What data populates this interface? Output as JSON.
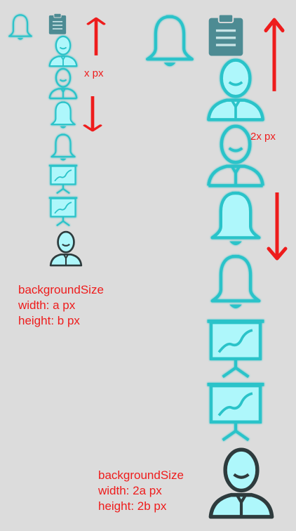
{
  "colors": {
    "background": "#dcdcdc",
    "icon_stroke": "#2cc3c9",
    "icon_fill_light": "#aef7fb",
    "clipboard": "#4d8b93",
    "person_dark": "#2e3b3d",
    "annotation": "#ee1c1c"
  },
  "diagram": {
    "left": {
      "sprite_sequence": [
        "bell-icon",
        "clipboard-icon",
        "person-icon",
        "person-icon",
        "bell-icon",
        "bell-icon",
        "presentation-icon",
        "presentation-icon",
        "person-icon"
      ],
      "offset_label": "x px",
      "size_label": {
        "title": "backgroundSize",
        "width": "width: a px",
        "height": "height: b px"
      }
    },
    "right": {
      "sprite_sequence": [
        "bell-icon",
        "clipboard-icon",
        "person-icon",
        "person-icon",
        "bell-icon",
        "bell-icon",
        "presentation-icon",
        "presentation-icon",
        "person-icon"
      ],
      "offset_label": "2x px",
      "size_label": {
        "title": "backgroundSize",
        "width": "width: 2a px",
        "height": "height: 2b px"
      }
    }
  }
}
